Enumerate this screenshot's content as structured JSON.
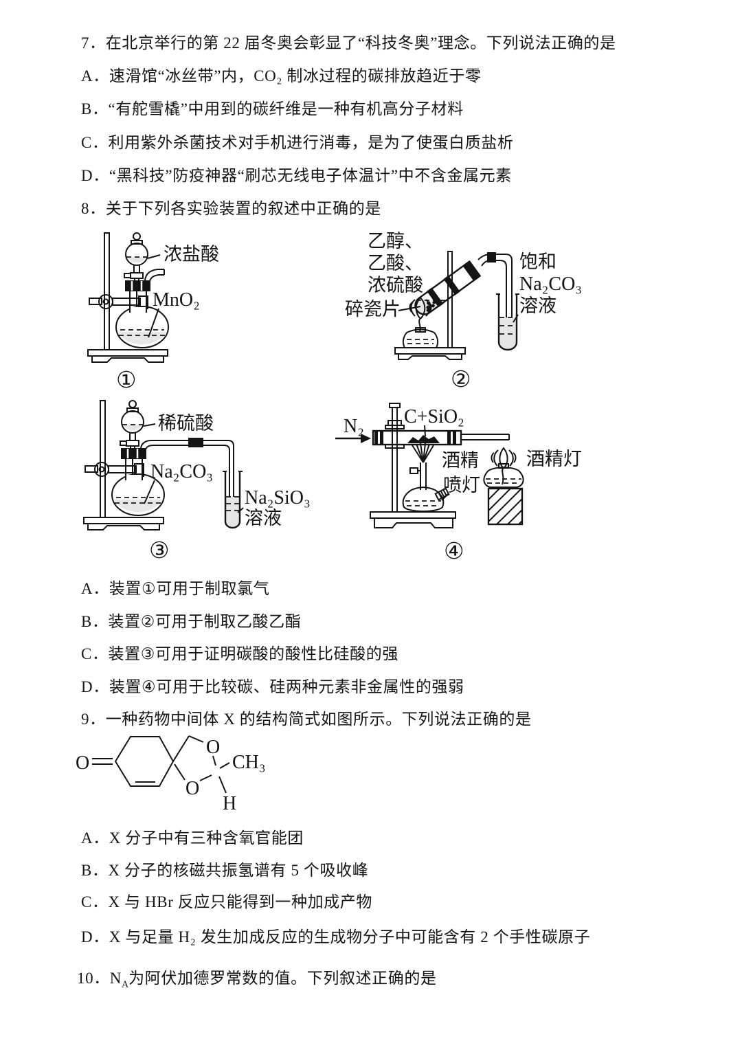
{
  "q7": {
    "stem": "7．在北京举行的第 22 届冬奥会彰显了“科技冬奥”理念。下列说法正确的是",
    "options": [
      "A．速滑馆“冰丝带”内，CO₂ 制冰过程的碳排放趋近于零",
      "B．“有舵雪橇”中用到的碳纤维是一种有机高分子材料",
      "C．利用紫外杀菌技术对手机进行消毒，是为了使蛋白质盐析",
      "D．“黑科技”防疫神器“刷芯无线电子体温计”中不含金属元素"
    ]
  },
  "q8": {
    "stem": "8．关于下列各实验装置的叙述中正确的是",
    "apparatus1": {
      "funnel_label": "浓盐酸",
      "flask_label": "MnO₂",
      "caption": "①"
    },
    "apparatus2": {
      "reagent1": "乙醇、",
      "reagent2": "乙酸、",
      "reagent3": "浓硫酸",
      "porcelain": "碎瓷片",
      "receiver1": "饱和",
      "receiver2": "Na₂CO₃",
      "receiver3": "溶液",
      "caption": "②"
    },
    "apparatus3": {
      "funnel_label": "稀硫酸",
      "flask_label": "Na₂CO₃",
      "receiver1": "Na₂SiO₃",
      "receiver2": "溶液",
      "caption": "③"
    },
    "apparatus4": {
      "gas": "N₂",
      "tube_label": "C+SiO₂",
      "lamp1_line1": "酒精",
      "lamp1_line2": "喷灯",
      "lamp2": "酒精灯",
      "caption": "④"
    },
    "options": [
      "A．装置①可用于制取氯气",
      "B．装置②可用于制取乙酸乙酯",
      "C．装置③可用于证明碳酸的酸性比硅酸的强",
      "D．装置④可用于比较碳、硅两种元素非金属性的强弱"
    ]
  },
  "q9": {
    "stem": "9．一种药物中间体 X 的结构简式如图所示。下列说法正确的是",
    "structure": {
      "ketone_o": "O",
      "ring_o_top": "O",
      "ring_o_bottom": "O",
      "methyl": "CH₃",
      "hydrogen": "H"
    },
    "options": [
      "A．X 分子中有三种含氧官能团",
      "B．X 分子的核磁共振氢谱有 5 个吸收峰",
      "C．X 与 HBr 反应只能得到一种加成产物",
      "D．X 与足量 H₂ 发生加成反应的生成物分子中可能含有 2 个手性碳原子"
    ]
  },
  "q10": {
    "prefix": "10．N",
    "subscript": "A",
    "rest": "为阿伏加德罗常数的值。下列叙述正确的是"
  }
}
